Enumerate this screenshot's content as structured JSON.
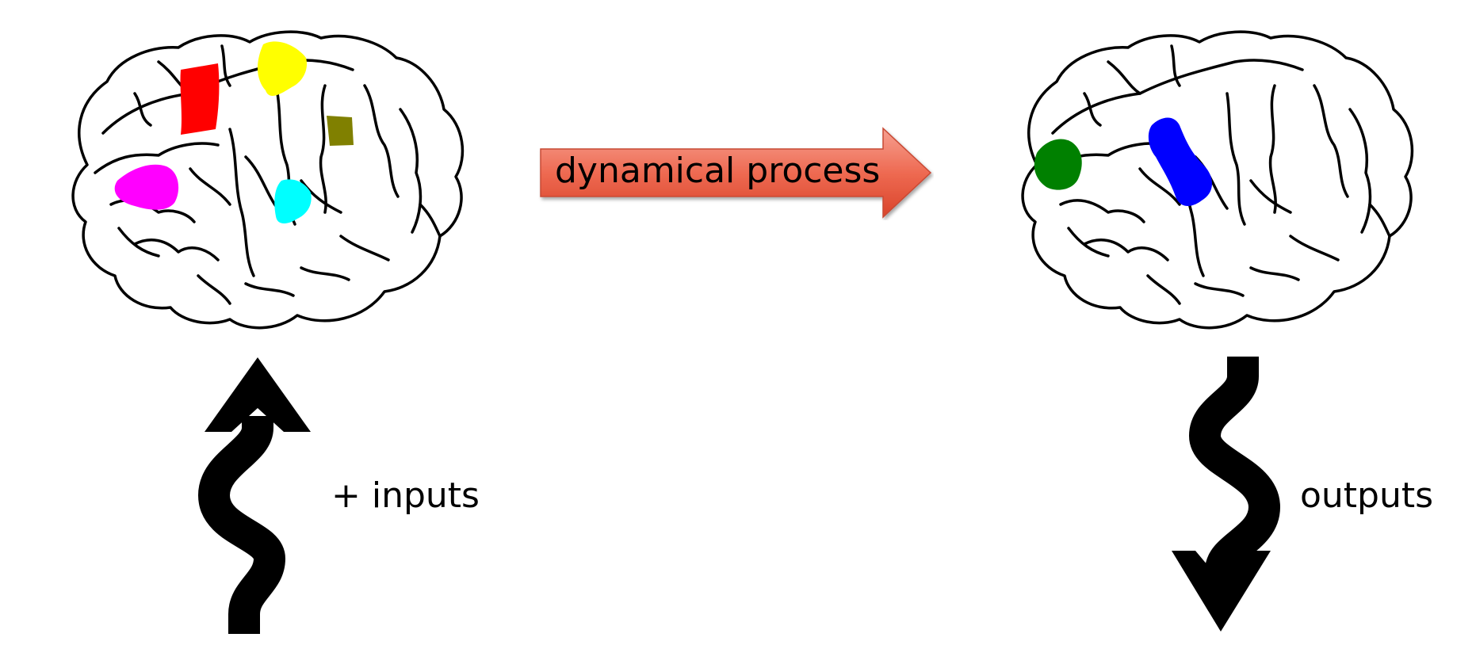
{
  "process_label": "dynamical process",
  "inputs_label": "+ inputs",
  "outputs_label": "outputs",
  "colors": {
    "process_arrow_top": "#f6a090",
    "process_arrow_bottom": "#d9442a",
    "region_red": "#ff0000",
    "region_yellow": "#ffff00",
    "region_olive": "#808000",
    "region_magenta": "#ff00ff",
    "region_cyan": "#00ffff",
    "region_green": "#008000",
    "region_blue": "#0000ff",
    "outline": "#000000"
  },
  "left_brain_regions": [
    "red",
    "yellow",
    "olive",
    "magenta",
    "cyan"
  ],
  "right_brain_regions": [
    "green",
    "blue"
  ]
}
